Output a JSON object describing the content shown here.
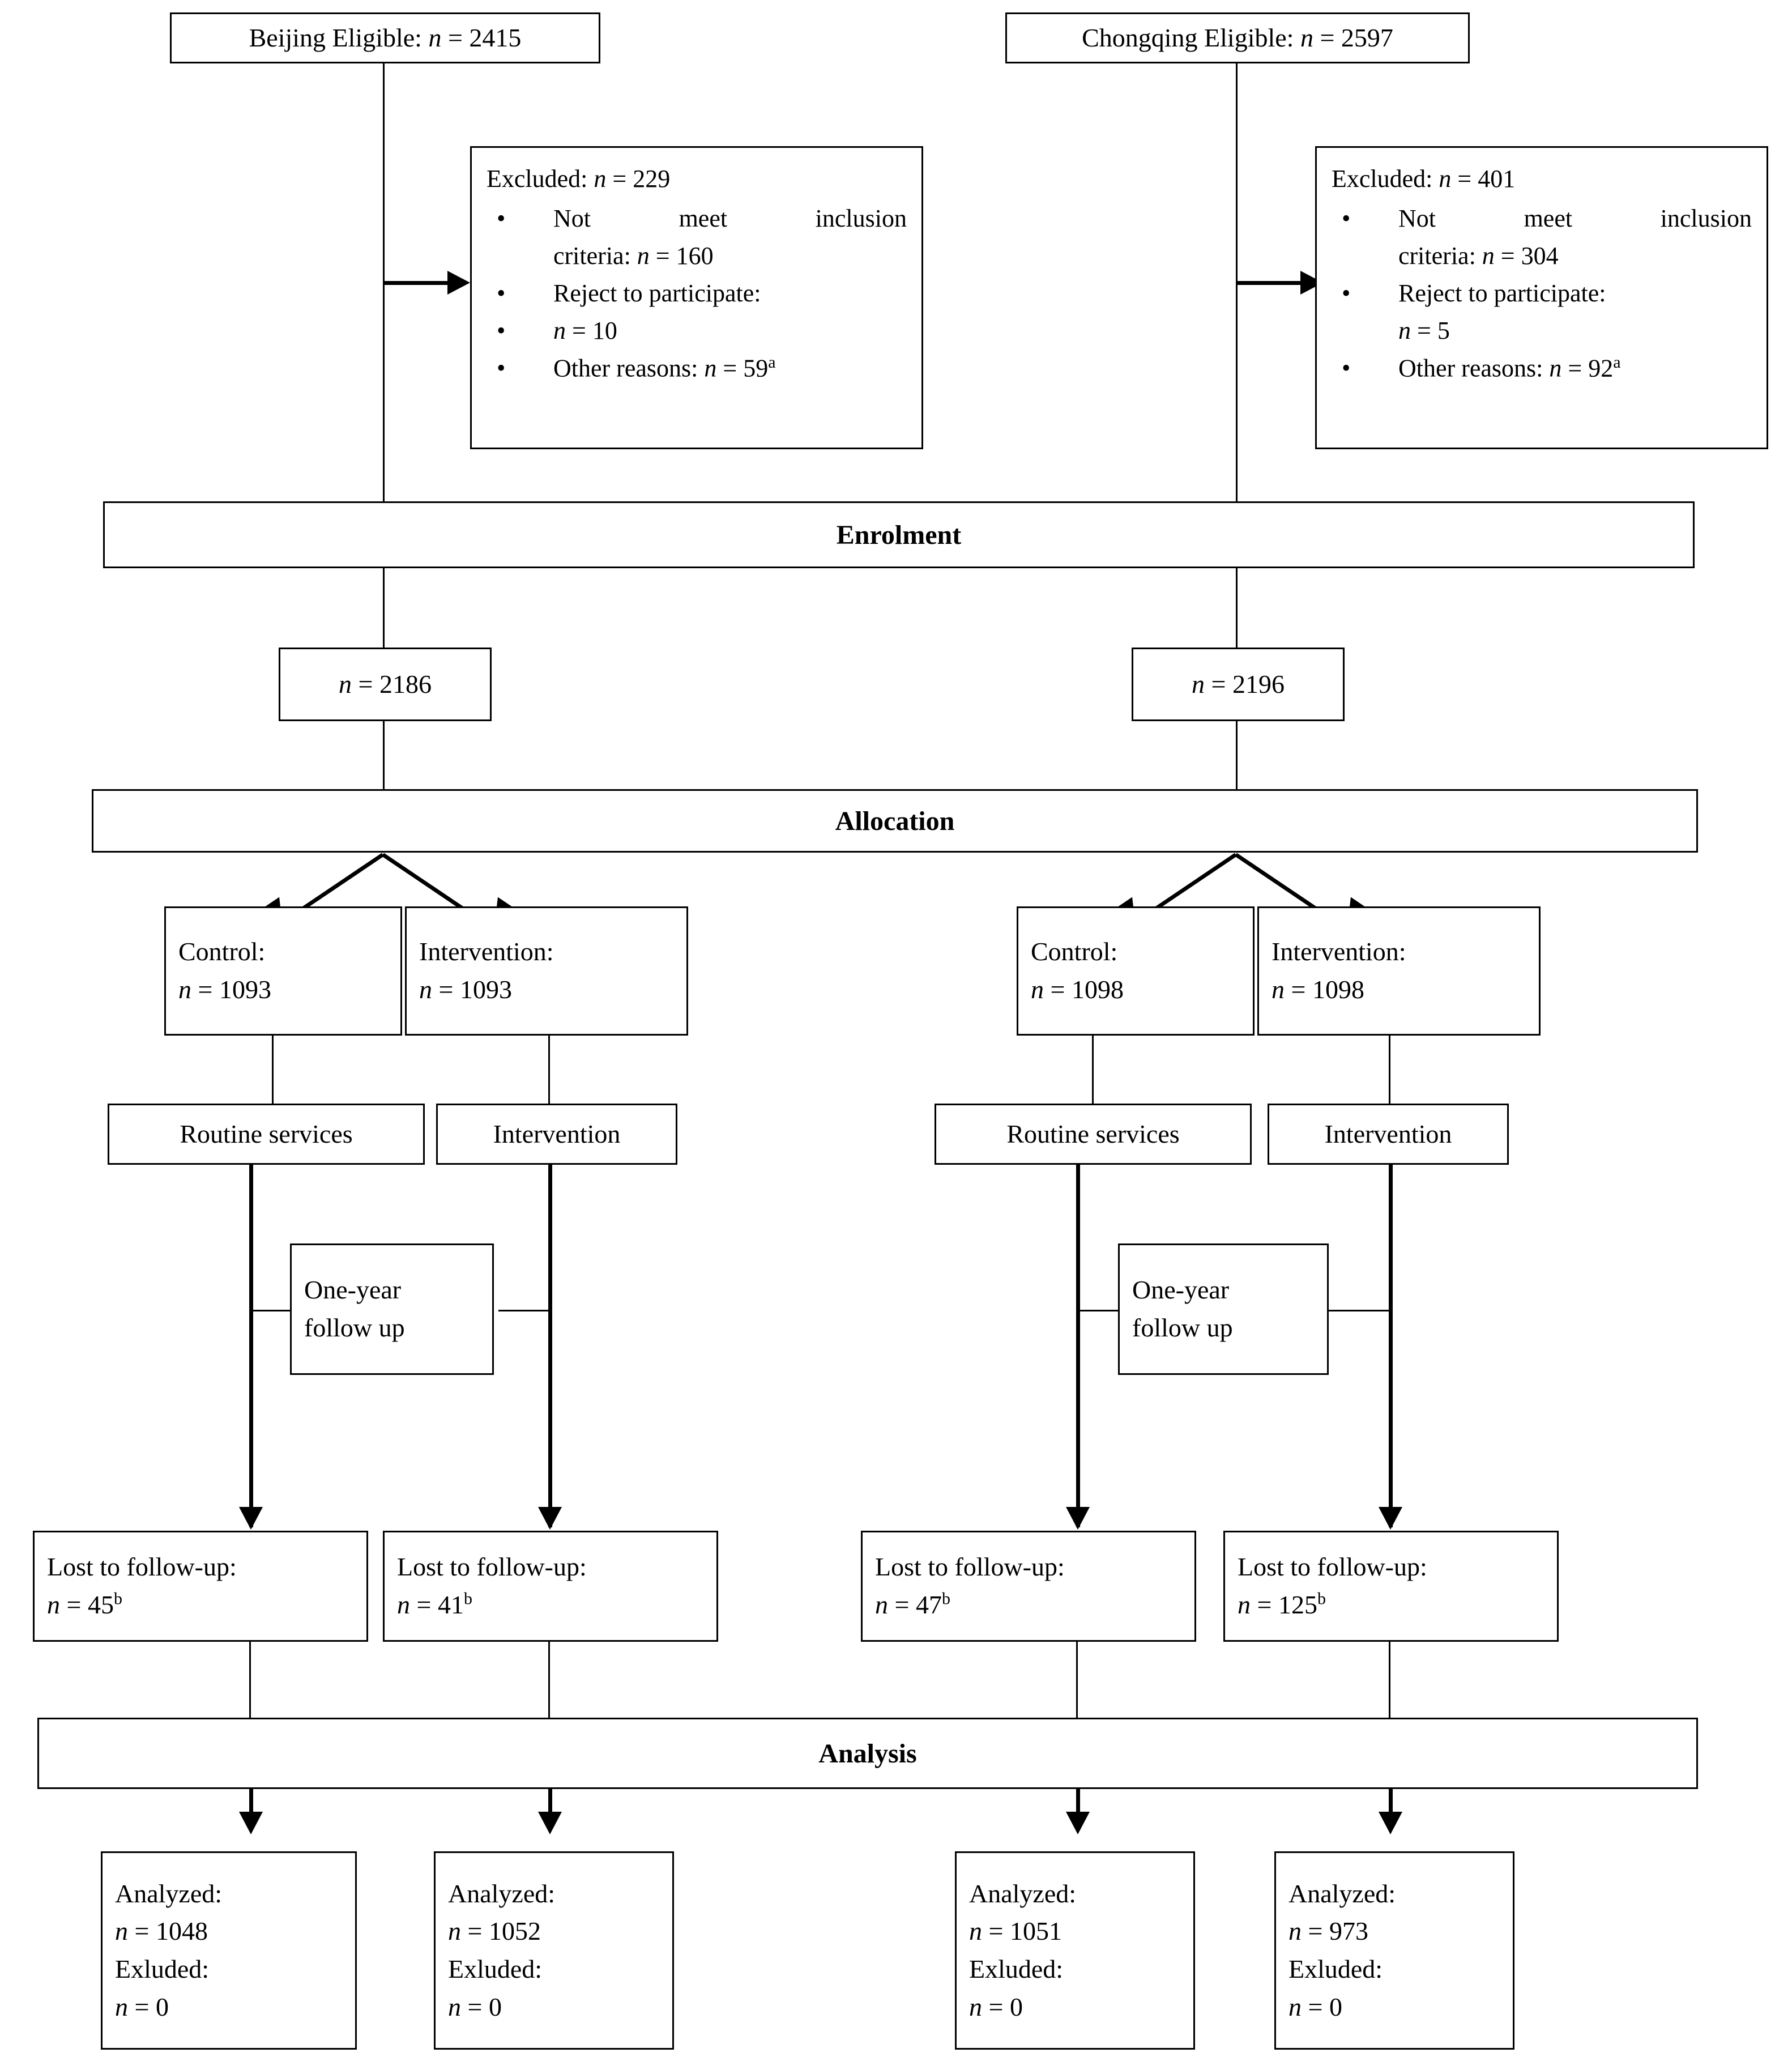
{
  "diagram": {
    "title": "CONSORT participant flow diagram",
    "bands": {
      "enrolment": "Enrolment",
      "allocation": "Allocation",
      "analysis": "Analysis"
    },
    "sites": {
      "left": {
        "eligible": "Beijing Eligible: n = 2415"
      },
      "right": {
        "eligible": "Chongqing Eligible: n = 2597"
      }
    },
    "excluded_left": {
      "header": "Excluded: n = 229",
      "bullets": [
        {
          "line1": "Not meet inclusion",
          "line2": "criteria: n = 160"
        },
        {
          "line1": "Reject to participate:",
          "line2": ""
        },
        {
          "line1": "n = 10",
          "line2": ""
        },
        {
          "line1": "Other reasons: n = 59 a",
          "line2": ""
        }
      ]
    },
    "excluded_right": {
      "header": "Excluded: n = 401",
      "bullets": [
        {
          "line1": "Not meet inclusion",
          "line2": "criteria: n = 304"
        },
        {
          "line1": "Reject to participate:",
          "line2": "n = 5"
        },
        {
          "line1": "Other reasons: n = 92 a",
          "line2": ""
        }
      ]
    },
    "enrolled": {
      "left": "n = 2186",
      "right": "n = 2196"
    },
    "groups": {
      "left_control": {
        "label": "Control:",
        "n": "n = 1093"
      },
      "left_intervention": {
        "label": "Intervention:",
        "n": "n = 1093"
      },
      "right_control": {
        "label": "Control:",
        "n": "n = 1098"
      },
      "right_intervention": {
        "label": "Intervention:",
        "n": "n = 1098"
      }
    },
    "treatment": {
      "left_control": "Routine services",
      "left_intervention": "Intervention",
      "right_control": "Routine services",
      "right_intervention": "Intervention"
    },
    "followup": {
      "left": {
        "line1": "One-year",
        "line2": "follow up"
      },
      "right": {
        "line1": "One-year",
        "line2": "follow up"
      }
    },
    "lost": {
      "left_control": {
        "label": "Lost to follow-up:",
        "n": "n = 45 b"
      },
      "left_intervention": {
        "label": "Lost to follow-up:",
        "n": "n = 41 b"
      },
      "right_control": {
        "label": "Lost to follow-up:",
        "n": "n = 47 b"
      },
      "right_intervention": {
        "label": "Lost to follow-up:",
        "n": "n = 125 b"
      }
    },
    "analyzed": {
      "left_control": {
        "label": "Analyzed:",
        "n": "n = 1048",
        "excluded_label": "Exluded:",
        "excluded_n": "n = 0"
      },
      "left_intervention": {
        "label": "Analyzed:",
        "n": "n = 1052",
        "excluded_label": "Exluded:",
        "excluded_n": "n = 0"
      },
      "right_control": {
        "label": "Analyzed:",
        "n": "n = 1051",
        "excluded_label": "Exluded:",
        "excluded_n": "n = 0"
      },
      "right_intervention": {
        "label": "Analyzed:",
        "n": "n = 973",
        "excluded_label": "Exluded:",
        "excluded_n": "n = 0"
      }
    },
    "colors": {
      "line": "#000000",
      "background": "#ffffff",
      "text": "#000000"
    }
  }
}
